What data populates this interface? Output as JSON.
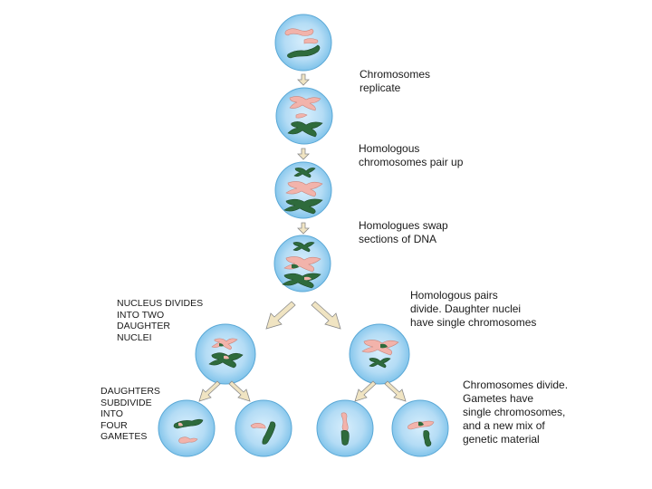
{
  "colors": {
    "cell_fill_center": "#d4ecfb",
    "cell_fill_edge": "#7cc2ea",
    "cell_stroke": "#5aa8d6",
    "chromosome_pink": "#f2b3ab",
    "chromosome_pink_dark": "#d97f75",
    "chromosome_green": "#2e6b3c",
    "chromosome_green_light": "#5d9a66",
    "arrow_fill": "#f0e4c2",
    "arrow_stroke": "#8a8a8a"
  },
  "labels": {
    "replicate": [
      "Chromosomes",
      "replicate"
    ],
    "pair_up": [
      "Homologous",
      "chromosomes pair up"
    ],
    "swap": [
      "Homologues swap",
      "sections of DNA"
    ],
    "nucleus_divides": [
      "NUCLEUS DIVIDES",
      "INTO TWO",
      "DAUGHTER",
      "NUCLEI"
    ],
    "pairs_divide": [
      "Homologous pairs",
      "divide. Daughter nuclei",
      "have single chromosomes"
    ],
    "daughters_subdivide": [
      "DAUGHTERS",
      "SUBDIVIDE",
      "INTO",
      "FOUR",
      "GAMETES"
    ],
    "chromosomes_divide": [
      "Chromosomes divide.",
      "Gametes have",
      "single chromosomes,",
      "and a new mix of",
      "genetic material"
    ]
  }
}
